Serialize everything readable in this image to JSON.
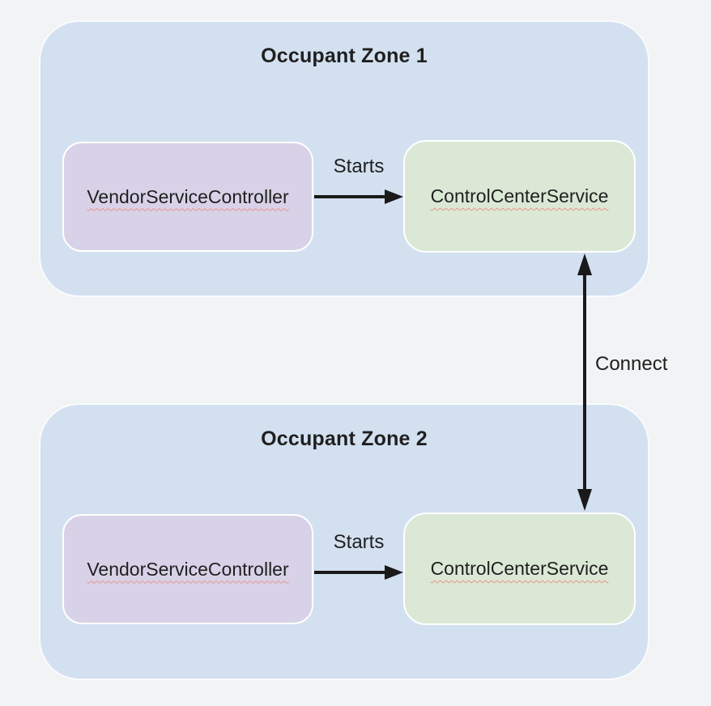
{
  "colors": {
    "background": "#f1f3f4",
    "zone_fill": "#d3e0f0",
    "zone_border": "#fafbfd",
    "vendor_fill": "#d8d2e8",
    "control_fill": "#dbe8d5",
    "box_border": "#ffffff",
    "text": "#1f1f1f",
    "arrow": "#1a1a1a",
    "spellcheck_underline": "#e8948c"
  },
  "zones": [
    {
      "title": "Occupant Zone 1",
      "vendor_box": {
        "label": "VendorServiceController"
      },
      "control_box": {
        "label": "ControlCenterService"
      },
      "arrow_label": "Starts"
    },
    {
      "title": "Occupant Zone 2",
      "vendor_box": {
        "label": "VendorServiceController"
      },
      "control_box": {
        "label": "ControlCenterService"
      },
      "arrow_label": "Starts"
    }
  ],
  "connection": {
    "label": "Connect"
  }
}
